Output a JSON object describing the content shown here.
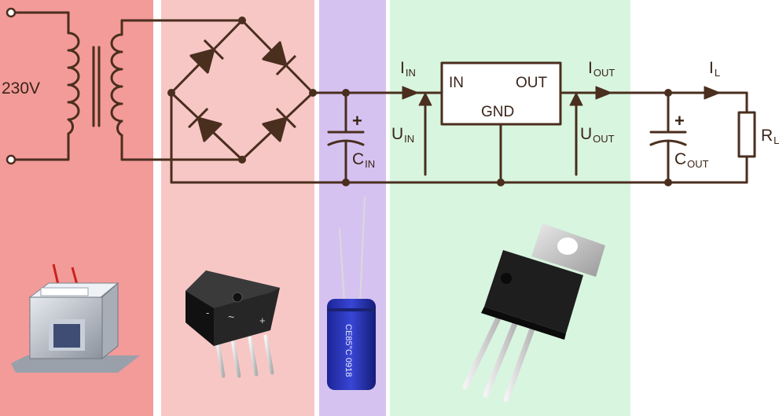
{
  "colors": {
    "wire": "#4a2e1e",
    "band_transformer": "#f39b99",
    "band_rectifier": "#f7c7c6",
    "band_filter": "#d6c2f0",
    "band_regulator": "#d8f5df",
    "band_output": "#ffffff",
    "capacitor_body": "#2a36b8",
    "regulator_tab": "#c7c7c7",
    "regulator_body": "#1e1e1e"
  },
  "labels": {
    "mains": "230V",
    "i_in": "I",
    "i_in_sub": "IN",
    "u_in": "U",
    "u_in_sub": "IN",
    "c_in": "C",
    "c_in_sub": "IN",
    "reg_in": "IN",
    "reg_out": "OUT",
    "reg_gnd": "GND",
    "i_out": "I",
    "i_out_sub": "OUT",
    "u_out": "U",
    "u_out_sub": "OUT",
    "c_out": "C",
    "c_out_sub": "OUT",
    "i_l": "I",
    "i_l_sub": "L",
    "r_l": "R",
    "r_l_sub": "L",
    "plus": "+"
  },
  "photos": {
    "capacitor_text": "CE85°C 0918",
    "bridge_minus": "-",
    "bridge_plus": "+",
    "bridge_ac": "~"
  },
  "icons": [
    "transformer-icon",
    "bridge-rectifier-icon",
    "electrolytic-capacitor-icon",
    "voltage-regulator-icon"
  ]
}
